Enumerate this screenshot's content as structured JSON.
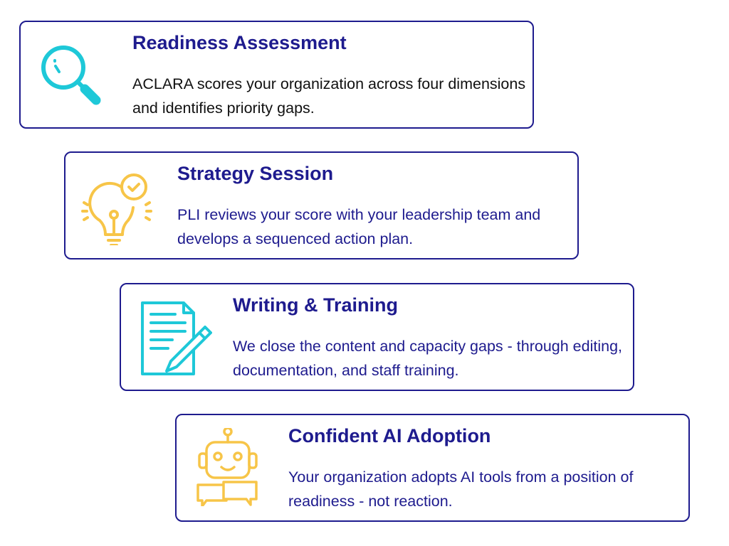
{
  "colors": {
    "navy": "#1e1b8e",
    "cyan": "#1ec8d8",
    "yellow": "#f7c548"
  },
  "steps": [
    {
      "title": "Readiness Assessment",
      "description": "ACLARA scores your organization across four dimensions and identifies priority gaps.",
      "icon": "magnifying-glass-icon"
    },
    {
      "title": "Strategy Session",
      "description": "PLI reviews your score with your leadership team and develops a sequenced action plan.",
      "icon": "lightbulb-check-icon"
    },
    {
      "title": "Writing & Training",
      "description": "We close the content and capacity gaps - through editing, documentation, and staff training.",
      "icon": "document-pencil-icon"
    },
    {
      "title": "Confident AI Adoption",
      "description": "Your organization adopts AI tools from a position of readiness - not reaction.",
      "icon": "robot-chat-icon"
    }
  ]
}
